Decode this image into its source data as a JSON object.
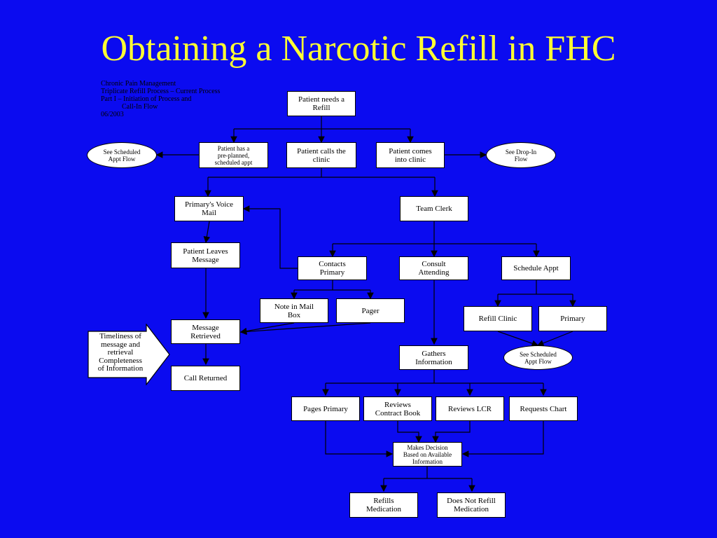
{
  "title": "Obtaining a Narcotic Refill in FHC",
  "header_lines": [
    "Chronic Pain Management",
    "Triplicate Refill Process – Current Process",
    "Part I – Initiation of Process and",
    "            Call-In Flow",
    "06/2003"
  ],
  "nodes": {
    "patient_needs_refill": "Patient needs a\nRefill",
    "patient_preplanned": "Patient has a\npre-planned,\nscheduled appt",
    "patient_calls": "Patient calls the\nclinic",
    "patient_comes": "Patient comes\ninto clinic",
    "see_scheduled_1": "See Scheduled\nAppt Flow",
    "see_dropin": "See Drop-In\nFlow",
    "primary_voice_mail": "Primary's Voice\nMail",
    "team_clerk": "Team Clerk",
    "patient_leaves_message": "Patient Leaves\nMessage",
    "contacts_primary": "Contacts\nPrimary",
    "consult_attending": "Consult\nAttending",
    "schedule_appt": "Schedule Appt",
    "note_in_mail_box": "Note in Mail\nBox",
    "pager": "Pager",
    "refill_clinic": "Refill Clinic",
    "primary": "Primary",
    "message_retrieved": "Message\nRetrieved",
    "gathers_information": "Gathers\nInformation",
    "see_scheduled_2": "See Scheduled\nAppt Flow",
    "call_returned": "Call Returned",
    "pages_primary": "Pages Primary",
    "reviews_contract_book": "Reviews\nContract Book",
    "reviews_lcr": "Reviews LCR",
    "requests_chart": "Requests Chart",
    "makes_decision": "Makes Decision\nBased on Available\nInformation",
    "refills_medication": "Refills\nMedication",
    "does_not_refill": "Does Not Refill\nMedication"
  },
  "callout_text": "Timeliness of\nmessage and\nretrieval\nCompleteness\nof Information",
  "colors": {
    "background": "#0b0bf0",
    "title": "#ffff33",
    "box_fill": "#ffffff",
    "line": "#000000"
  }
}
